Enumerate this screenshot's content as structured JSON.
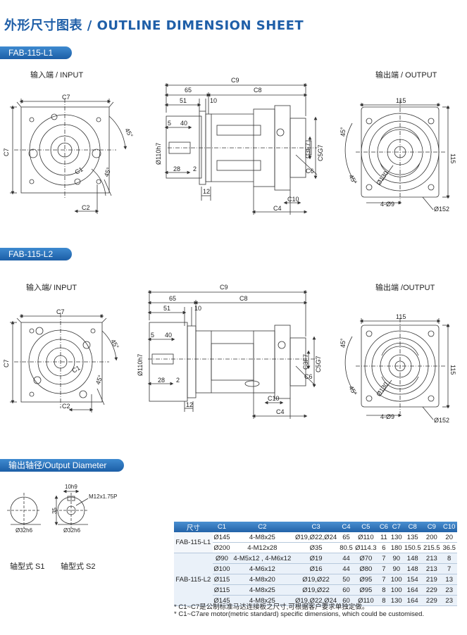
{
  "title": "外形尺寸图表 / OUTLINE DIMENSION SHEET",
  "sections": {
    "l1_tab": "FAB-115-L1",
    "l2_tab": "FAB-115-L2",
    "diam_tab": "输出轴径/Output Diameter"
  },
  "labels": {
    "input_l1": "输入端 / INPUT",
    "output_l1": "输出端 / OUTPUT",
    "input_l2": "输入端/ INPUT",
    "output_l2": "输出端 /OUTPUT",
    "shaft_s1": "轴型式 S1",
    "shaft_s2": "轴型式 S2"
  },
  "dims": {
    "c7": "C7",
    "c1": "C1",
    "c2": "C2",
    "c9": "C9",
    "c8": "C8",
    "c4": "C4",
    "c6": "C6",
    "c10": "C10",
    "c3f7": "C3F7",
    "c5g7": "C5G7",
    "d45a": "45°",
    "d45b": "45°",
    "d65": "65",
    "d51": "51",
    "d10": "10",
    "d5": "5",
    "d40": "40",
    "d28": "28",
    "d2": "2",
    "d12": "12",
    "d110h7": "Ø110h7",
    "d115a": "115",
    "d115b": "115",
    "d130": "Ø130",
    "d49": "4-Ø9",
    "d152": "Ø152",
    "d10h9": "10h9",
    "d35": "35",
    "m12": "M12x1.75P",
    "d32a": "Ø32h6",
    "d32b": "Ø32h6"
  },
  "table": {
    "headers": [
      "尺寸",
      "C1",
      "C2",
      "C3",
      "C4",
      "C5",
      "C6",
      "C7",
      "C8",
      "C9",
      "C10"
    ],
    "groups": [
      {
        "model": "FAB-115-L1",
        "rows": [
          [
            "Ø145",
            "4-M8x25",
            "Ø19,Ø22,Ø24",
            "65",
            "Ø110",
            "11",
            "130",
            "135",
            "200",
            "20"
          ],
          [
            "Ø200",
            "4-M12x28",
            "Ø35",
            "80.5",
            "Ø114.3",
            "6",
            "180",
            "150.5",
            "215.5",
            "36.5"
          ]
        ]
      },
      {
        "model": "FAB-115-L2",
        "rows": [
          [
            "Ø90",
            "4-M5x12 , 4-M6x12",
            "Ø19",
            "44",
            "Ø70",
            "7",
            "90",
            "148",
            "213",
            "8"
          ],
          [
            "Ø100",
            "4-M6x12",
            "Ø16",
            "44",
            "Ø80",
            "7",
            "90",
            "148",
            "213",
            "7"
          ],
          [
            "Ø115",
            "4-M8x20",
            "Ø19,Ø22",
            "50",
            "Ø95",
            "7",
            "100",
            "154",
            "219",
            "13"
          ],
          [
            "Ø115",
            "4-M8x25",
            "Ø19,Ø22",
            "60",
            "Ø95",
            "8",
            "100",
            "164",
            "229",
            "23"
          ],
          [
            "Ø145",
            "4-M8x25",
            "Ø19,Ø22,Ø24",
            "60",
            "Ø110",
            "8",
            "130",
            "164",
            "229",
            "23"
          ]
        ]
      }
    ]
  },
  "notes": {
    "cn": "* C1~C7是公制标准马达连接板之尺寸,可根据客户要求单独定做。",
    "en": "* C1~C7are motor(metric standard)  specific dimensions, which could be customised."
  }
}
